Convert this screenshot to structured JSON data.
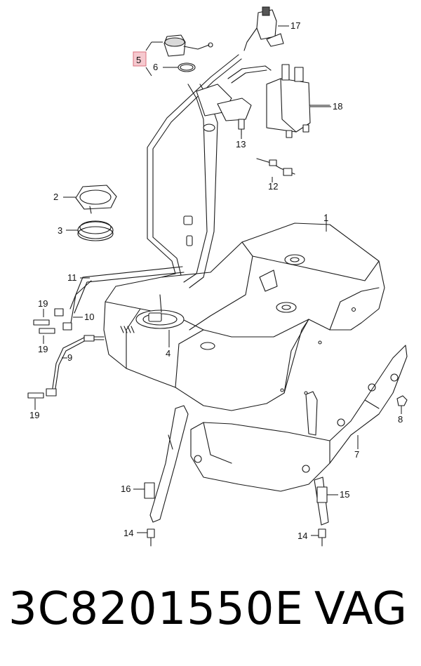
{
  "callouts": {
    "c1": "1",
    "c2": "2",
    "c3": "3",
    "c4": "4",
    "c5": "5",
    "c6": "6",
    "c7": "7",
    "c8": "8",
    "c9": "9",
    "c10": "10",
    "c11": "11",
    "c12": "12",
    "c13": "13",
    "c14a": "14",
    "c14b": "14",
    "c15": "15",
    "c16": "16",
    "c17": "17",
    "c18": "18",
    "c19a": "19",
    "c19b": "19",
    "c19c": "19"
  },
  "caption": {
    "part_number": "3C8201550E",
    "brand": "VAG"
  },
  "colors": {
    "highlight": "#f6c9cf",
    "line": "#1a1a1a"
  }
}
